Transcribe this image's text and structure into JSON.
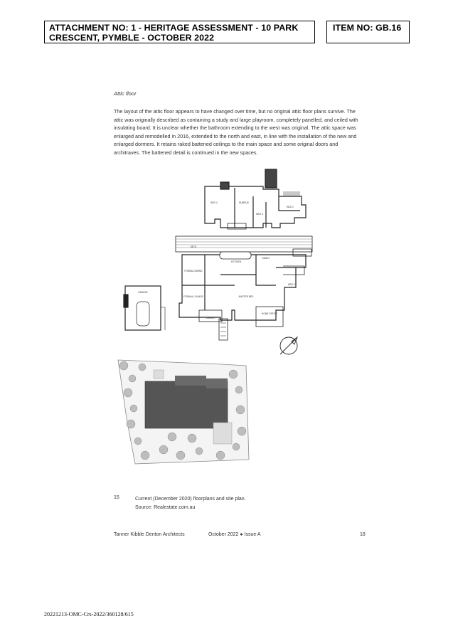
{
  "header": {
    "attachment_title_line1": "ATTACHMENT NO: 1 - HERITAGE ASSESSMENT - 10 PARK",
    "attachment_title_line2": "CRESCENT, PYMBLE - OCTOBER 2022",
    "item_no": "ITEM NO: GB.16"
  },
  "section": {
    "title": "Attic floor",
    "paragraph": "The layout of the attic floor appears to have changed over time, but no original attic floor plans survive. The attic was originally described as containing a study and large playroom, completely panelled, and ceiled with insulating board. It is unclear whether the bathroom extending to the west was original. The attic space was enlarged and remodelled in 2016, extended to the north and east, in line with the installation of the new and enlarged dormers. It retains raked battened ceilings to the main space and some original doors and architraves.  The battened detail is continued in the new spaces."
  },
  "figure": {
    "number": "15",
    "caption_line1": "Current (December 2020) floorplans and site plan.",
    "caption_line2": "Source: Realestate.com.au",
    "plan_labels": {
      "attic_bed4": "BED 4",
      "attic_rumpus": "RUMPUS",
      "attic_bed5": "BED 5",
      "attic_bed2": "BED 2",
      "deck": "DECK",
      "kitchen": "KITCHEN",
      "family": "FAMILY",
      "formal_dining": "FORMAL DINING",
      "formal_lounge": "FORMAL LOUNGE",
      "garage": "GARAGE",
      "master_bed": "MASTER BED",
      "bed3": "BED 3",
      "home_office": "HOME OFFICE",
      "library": "LIBRARY"
    }
  },
  "footer": {
    "firm": "Tanner Kibble Denton Architects",
    "date_issue": "October 2022  ●  Issue A",
    "page": "18"
  },
  "doc_reference": "20221213-OMC-Crs-2022/360128/615"
}
